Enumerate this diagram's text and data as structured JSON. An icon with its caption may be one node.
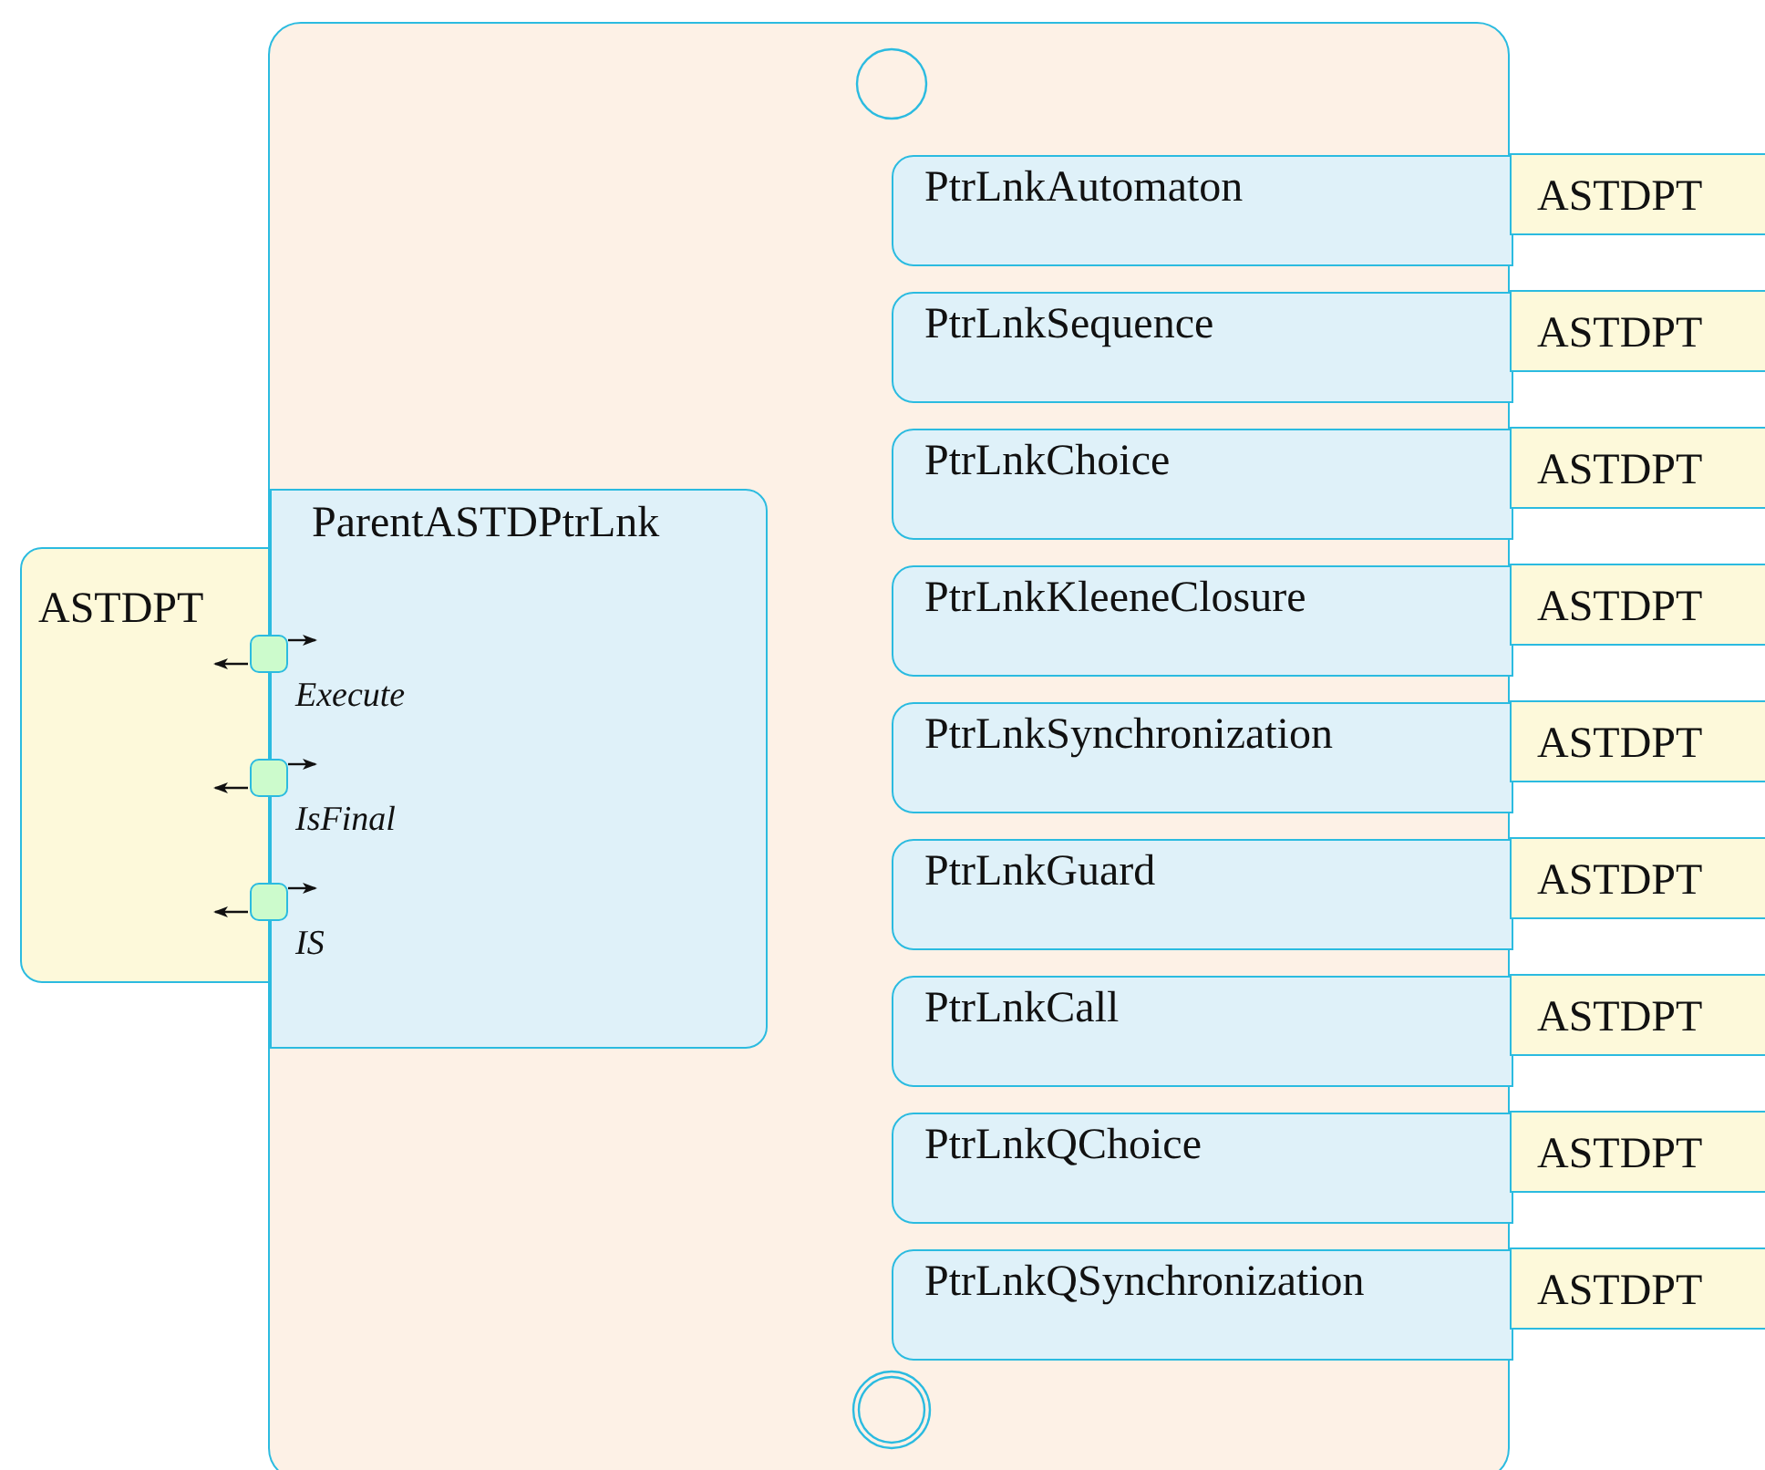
{
  "diagram": {
    "nodes": [
      {
        "text": [],
        "shape": "box"
      },
      {
        "text": [],
        "shape": "circle",
        "in": 0
      },
      {
        "text": [
          "ASTDPT"
        ]
      },
      {
        "text": [
          "ParentASTDPtrLnk"
        ],
        "in": 0
      },
      {
        "text": [],
        "shape": "box",
        "beside": [
          "Execute"
        ]
      },
      {
        "text": [],
        "shape": "box",
        "beside": [
          "IsFinal"
        ]
      },
      {
        "text": [],
        "shape": "box",
        "beside": [
          "IS"
        ]
      },
      {
        "text": [
          "PtrLnkAutomaton"
        ],
        "in": 0
      },
      {
        "text": [
          "ASTDPT"
        ]
      },
      {
        "text": [
          "PtrLnkSequence"
        ],
        "in": 0
      },
      {
        "text": [
          "ASTDPT"
        ]
      },
      {
        "text": [
          "PtrLnkChoice"
        ],
        "in": 0
      },
      {
        "text": [
          "ASTDPT"
        ]
      },
      {
        "text": [
          "PtrLnkKleeneClosure"
        ],
        "in": 0
      },
      {
        "text": [
          "ASTDPT"
        ]
      },
      {
        "text": [
          "PtrLnkSynchronization"
        ],
        "in": 0
      },
      {
        "text": [
          "ASTDPT"
        ]
      },
      {
        "text": [
          "PtrLnkGuard"
        ],
        "in": 0
      },
      {
        "text": [
          "ASTDPT"
        ]
      },
      {
        "text": [
          "PtrLnkCall"
        ],
        "in": 0
      },
      {
        "text": [
          "ASTDPT"
        ]
      },
      {
        "text": [
          "PtrLnkQChoice"
        ],
        "in": 0
      },
      {
        "text": [
          "ASTDPT"
        ]
      },
      {
        "text": [
          "PtrLnkQSynchronization"
        ],
        "in": 0
      },
      {
        "text": [
          "ASTDPT"
        ]
      },
      {
        "text": [],
        "shape": "circle",
        "in": 0
      }
    ],
    "edges": [
      {
        "from": 4,
        "to": 2,
        "arrow": "to"
      },
      {
        "from": 4,
        "to": null,
        "arrow": "to"
      },
      {
        "from": 5,
        "to": 2,
        "arrow": "to"
      },
      {
        "from": 5,
        "to": null,
        "arrow": "to"
      },
      {
        "from": 6,
        "to": 2,
        "arrow": "to"
      },
      {
        "from": 6,
        "to": null,
        "arrow": "to"
      }
    ]
  }
}
